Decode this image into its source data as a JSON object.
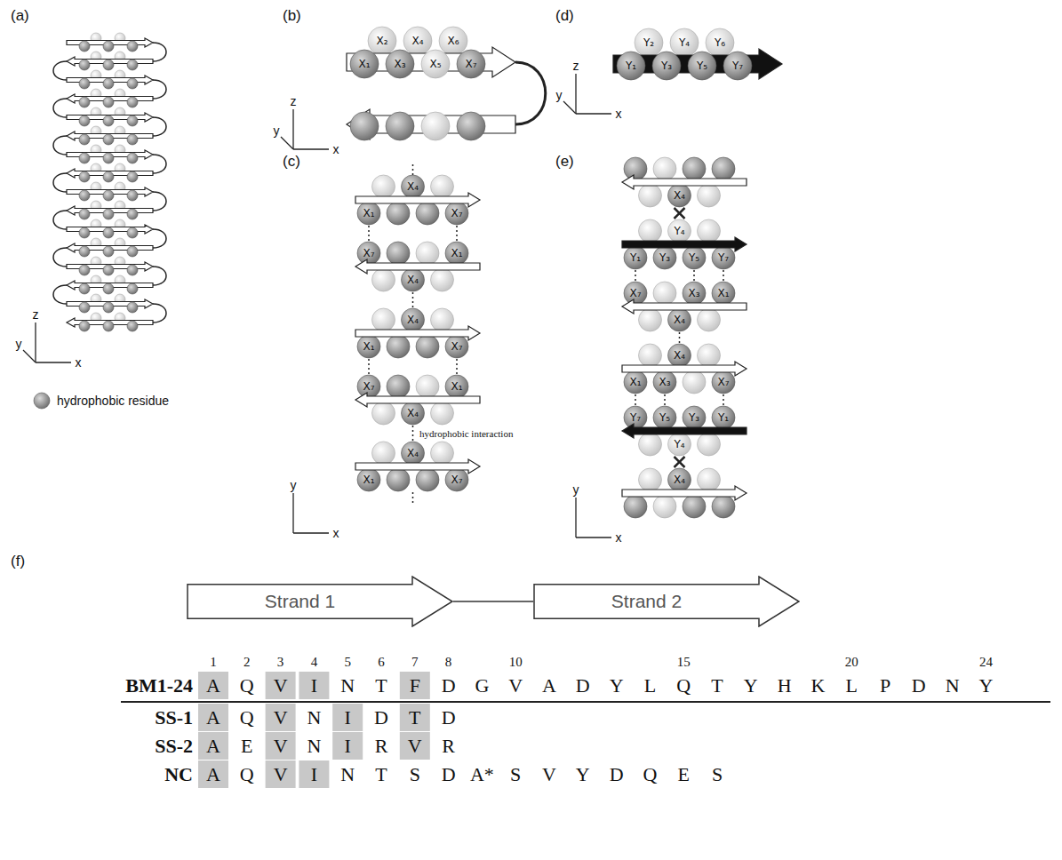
{
  "diagram": {
    "nodes": [
      {
        "text": [
          "Strand 1"
        ]
      },
      {
        "text": [
          "Strand 2"
        ]
      }
    ],
    "edges": [
      {
        "from": 0,
        "to": 1,
        "arrow": "none"
      }
    ],
    "labels": [
      "(a)",
      "(b)",
      "(c)",
      "(d)",
      "(e)",
      "(f)",
      "z",
      "y",
      "x",
      "z",
      "y",
      "x",
      "y",
      "x",
      "z",
      "y",
      "x",
      "y",
      "x",
      "X₂",
      "X₄",
      "X₆",
      "X₁",
      "X₃",
      "X₅",
      "X₇",
      "X₄",
      "X₁",
      "X₇",
      "X₇",
      "X₁",
      "X₄",
      "X₄",
      "X₁",
      "X₇",
      "X₇",
      "X₁",
      "X₄",
      "X₄",
      "X₁",
      "X₇",
      "Y₂",
      "Y₄",
      "Y₆",
      "Y₁",
      "Y₃",
      "Y₅",
      "Y₇",
      "X₄",
      "Y₄",
      "Y₁",
      "Y₃",
      "Y₅",
      "Y₇",
      "X₇",
      "X₃",
      "X₁",
      "X₄",
      "X₄",
      "X₁",
      "X₃",
      "X₇",
      "Y₇",
      "Y₅",
      "Y₃",
      "Y₁",
      "Y₄",
      "X₄",
      "hydrophobic interaction",
      "1",
      "2",
      "3",
      "4",
      "5",
      "6",
      "7",
      "8",
      "10",
      "15",
      "20",
      "24",
      "BM1-24",
      "A",
      "Q",
      "V",
      "I",
      "N",
      "T",
      "F",
      "D",
      "G",
      "V",
      "A",
      "D",
      "Y",
      "L",
      "Q",
      "T",
      "Y",
      "H",
      "K",
      "L",
      "P",
      "D",
      "N",
      "Y",
      "SS-1",
      "A",
      "Q",
      "V",
      "N",
      "I",
      "D",
      "T",
      "D",
      "SS-2",
      "A",
      "E",
      "V",
      "N",
      "I",
      "R",
      "V",
      "R",
      "NC",
      "A",
      "Q",
      "V",
      "I",
      "N",
      "T",
      "S",
      "D",
      "A*",
      "S",
      "V",
      "Y",
      "D",
      "Q",
      "E",
      "S"
    ],
    "legend": [
      {
        "text": "hydrophobic residue"
      }
    ]
  }
}
